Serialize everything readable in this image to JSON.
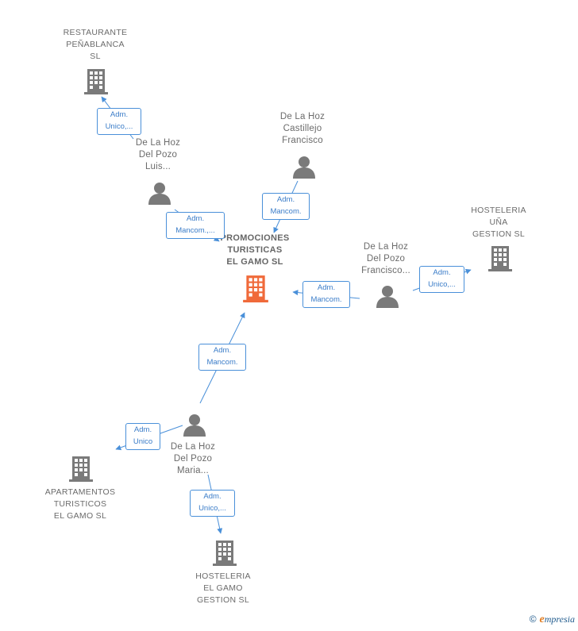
{
  "colors": {
    "edge": "#4a90d9",
    "icon_gray": "#7a7a7a",
    "icon_main": "#f06a3a"
  },
  "nodes": {
    "main": {
      "label": "PROMOCIONES\nTURISTICAS\nEL GAMO  SL",
      "icon": "building-icon"
    },
    "restaurante": {
      "label": "RESTAURANTE\nPEÑABLANCA\nSL",
      "icon": "building-icon"
    },
    "hosteleria_una": {
      "label": "HOSTELERIA\nUÑA\nGESTION  SL",
      "icon": "building-icon"
    },
    "apartamentos": {
      "label": "APARTAMENTOS\nTURISTICOS\nEL GAMO  SL",
      "icon": "building-icon"
    },
    "hosteleria_gamo": {
      "label": "HOSTELERIA\nEL GAMO\nGESTION SL",
      "icon": "building-icon"
    },
    "p_luis": {
      "label": "De La Hoz\nDel Pozo\nLuis...",
      "icon": "person-icon"
    },
    "p_castillejo": {
      "label": "De La Hoz\nCastillejo\nFrancisco",
      "icon": "person-icon"
    },
    "p_francisco": {
      "label": "De La Hoz\nDel Pozo\nFrancisco...",
      "icon": "person-icon"
    },
    "p_maria": {
      "label": "De La Hoz\nDel Pozo\nMaria...",
      "icon": "person-icon"
    }
  },
  "edges": [
    {
      "label": "Adm.\nUnico,...",
      "from": "p_luis",
      "to": "restaurante"
    },
    {
      "label": "Adm.\nMancom.,...",
      "from": "p_luis",
      "to": "main"
    },
    {
      "label": "Adm.\nMancom.",
      "from": "p_castillejo",
      "to": "main"
    },
    {
      "label": "Adm.\nMancom.",
      "from": "p_francisco",
      "to": "main"
    },
    {
      "label": "Adm.\nUnico,...",
      "from": "p_francisco",
      "to": "hosteleria_una"
    },
    {
      "label": "Adm.\nMancom.",
      "from": "p_maria",
      "to": "main"
    },
    {
      "label": "Adm.\nUnico",
      "from": "p_maria",
      "to": "apartamentos"
    },
    {
      "label": "Adm.\nUnico,...",
      "from": "p_maria",
      "to": "hosteleria_gamo"
    }
  ],
  "footer": {
    "copyright": "©",
    "brand_e": "e",
    "brand_rest": "mpresia"
  }
}
